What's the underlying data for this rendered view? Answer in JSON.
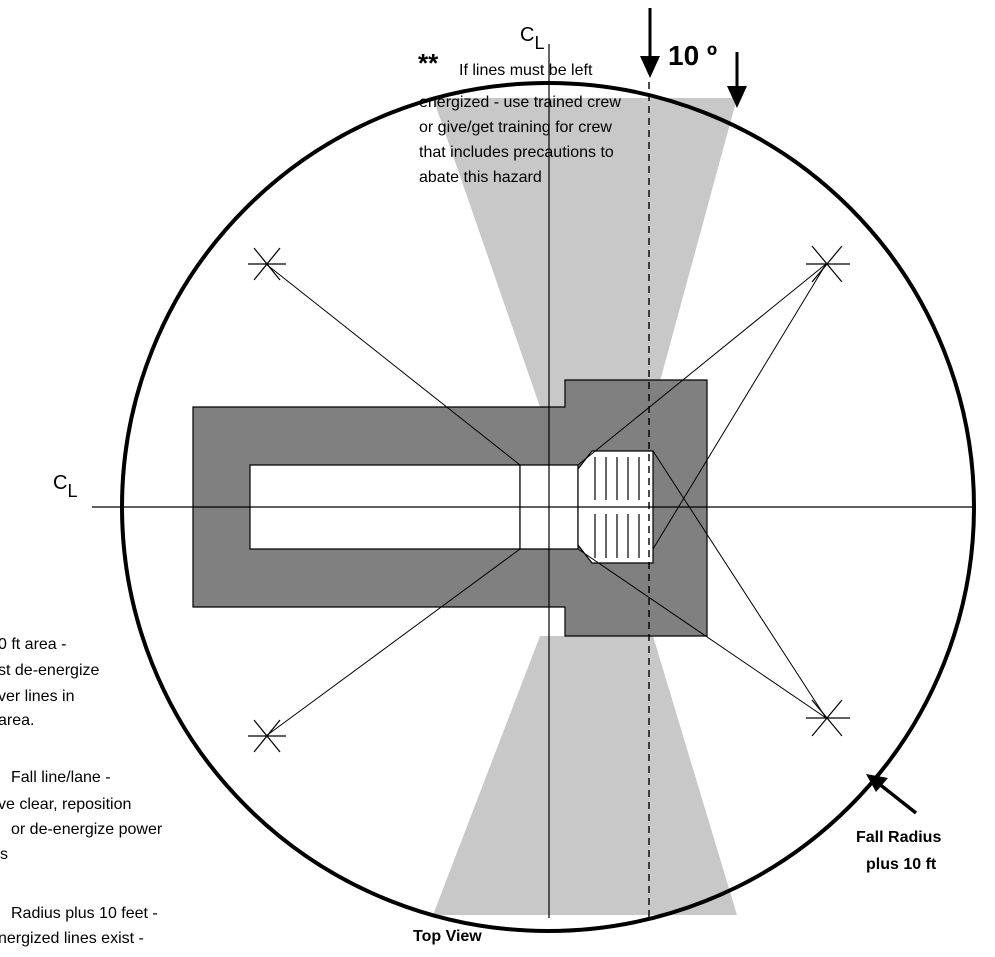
{
  "colors": {
    "fall_lane": "#c8c8c8",
    "house": "#808080",
    "outline": "#000000"
  },
  "notes": {
    "top_mark": "**",
    "top_line1": "If lines must be left",
    "top_line2": "energized - use trained crew",
    "top_line3": "or give/get training for crew",
    "top_line4": "that includes precautions to",
    "top_line5": "abate this hazard",
    "lane_area_line1": "0 ft area -",
    "lane_area_line2": "st de-energize",
    "lane_area_line3": "ver lines in",
    "lane_area_line4": " area.",
    "fall_line_line1": "Fall line/lane -",
    "fall_line_line2": "ve clear, reposition",
    "fall_line_line3": "or de-energize power",
    "fall_line_line4": "s",
    "radius_line1": "Radius plus 10 feet -",
    "radius_line2": "nergized lines exist -"
  },
  "labels": {
    "angle": "10 º",
    "cl_c": "C",
    "cl_sub": "L",
    "fall_radius_line1": "Fall Radius",
    "fall_radius_line2": "plus 10 ft",
    "top_view": "Top View"
  }
}
